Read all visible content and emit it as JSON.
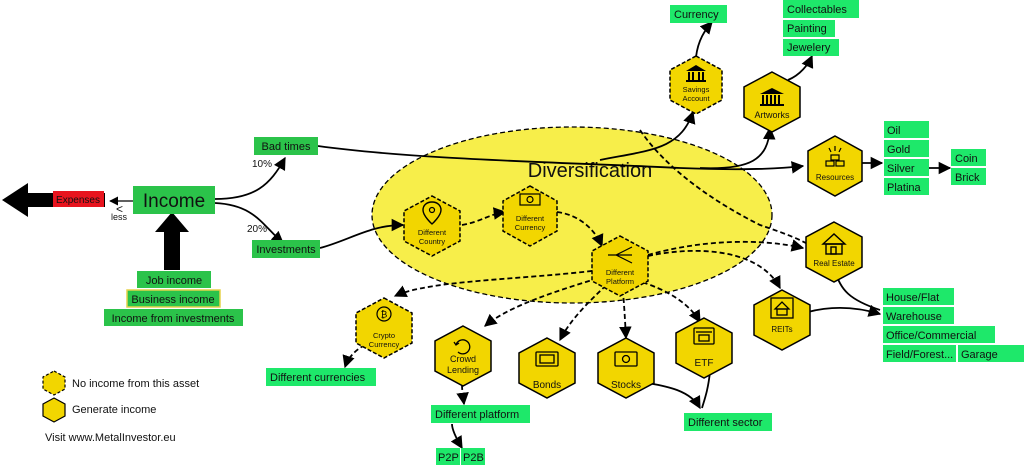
{
  "title": "Diversification",
  "center": {
    "income": "Income",
    "expenses": "Expenses",
    "less_symbol": "<",
    "less_label": "less"
  },
  "income_sources": [
    "Job income",
    "Business income",
    "Income from investments"
  ],
  "branches": {
    "bad_times": "Bad times",
    "bad_times_pct": "10%",
    "investments": "Investments",
    "investments_pct": "20%"
  },
  "hexes": {
    "savings": "Savings Account",
    "artworks": "Artworks",
    "resources": "Resources",
    "country": "Different Country",
    "currency_hex": "Different Currency",
    "platform": "Different Platform",
    "real_estate": "Real Estate",
    "reits": "REITs",
    "crypto": "Crypto Currency",
    "crowd": "Crowd Lending",
    "bonds": "Bonds",
    "stocks": "Stocks",
    "etf": "ETF"
  },
  "leaves": {
    "currency": "Currency",
    "collectables": "Collectables",
    "painting": "Painting",
    "jewelery": "Jewelery",
    "oil": "Oil",
    "gold": "Gold",
    "silver": "Silver",
    "platina": "Platina",
    "coin": "Coin",
    "brick": "Brick",
    "house": "House/Flat",
    "warehouse": "Warehouse",
    "office": "Office/Commercial",
    "field": "Field/Forest...",
    "garage": "Garage",
    "different_currencies": "Different currencies",
    "different_platform": "Different platform",
    "p2p": "P2P",
    "p2b": "P2B",
    "different_sector": "Different sector"
  },
  "legend": {
    "no_income": "No income from this asset",
    "generate_income": "Generate income"
  },
  "footer": "Visit www.MetalInvestor.eu",
  "colors": {
    "hex_fill": "#f2d600",
    "ellipse_fill": "#f7ee4a",
    "leaf_green": "#1ee86a",
    "income_green": "#2bc34a",
    "expenses_red": "#e8141e"
  }
}
